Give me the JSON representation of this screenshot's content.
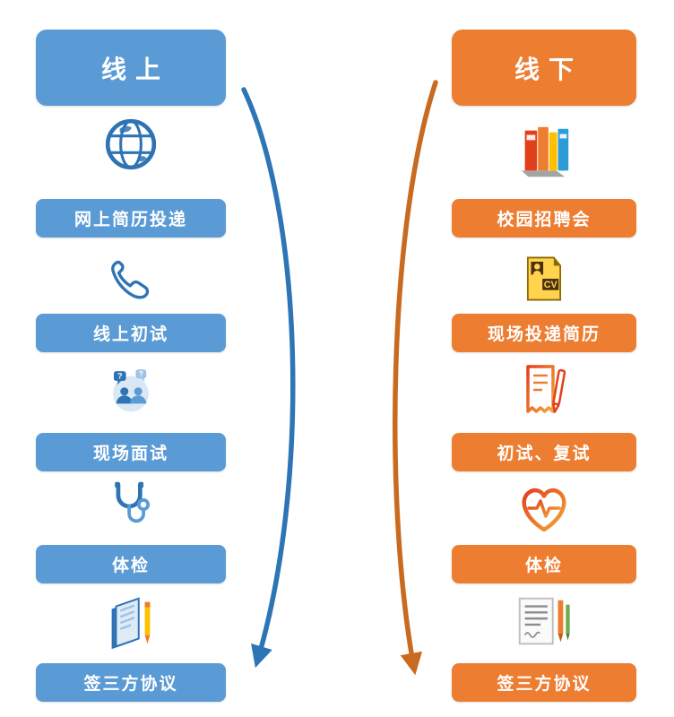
{
  "diagram": {
    "columns": [
      {
        "id": "online",
        "header": "线上",
        "color": "#5B9BD5",
        "arrow_color": "#2E75B6",
        "steps": [
          {
            "icon": "globe-icon",
            "label": "网上简历投递"
          },
          {
            "icon": "phone-icon",
            "label": "线上初试"
          },
          {
            "icon": "interview-qa-icon",
            "label": "现场面试"
          },
          {
            "icon": "stethoscope-icon",
            "label": "体检"
          },
          {
            "icon": "notebook-pencil-icon",
            "label": "签三方协议"
          }
        ]
      },
      {
        "id": "offline",
        "header": "线下",
        "color": "#ED7D31",
        "arrow_color": "#C96A1F",
        "steps": [
          {
            "icon": "books-icon",
            "label": "校园招聘会"
          },
          {
            "icon": "cv-document-icon",
            "label": "现场投递简历"
          },
          {
            "icon": "receipt-pen-icon",
            "label": "初试、复试"
          },
          {
            "icon": "heart-pulse-icon",
            "label": "体检"
          },
          {
            "icon": "document-pens-icon",
            "label": "签三方协议"
          }
        ]
      }
    ]
  }
}
